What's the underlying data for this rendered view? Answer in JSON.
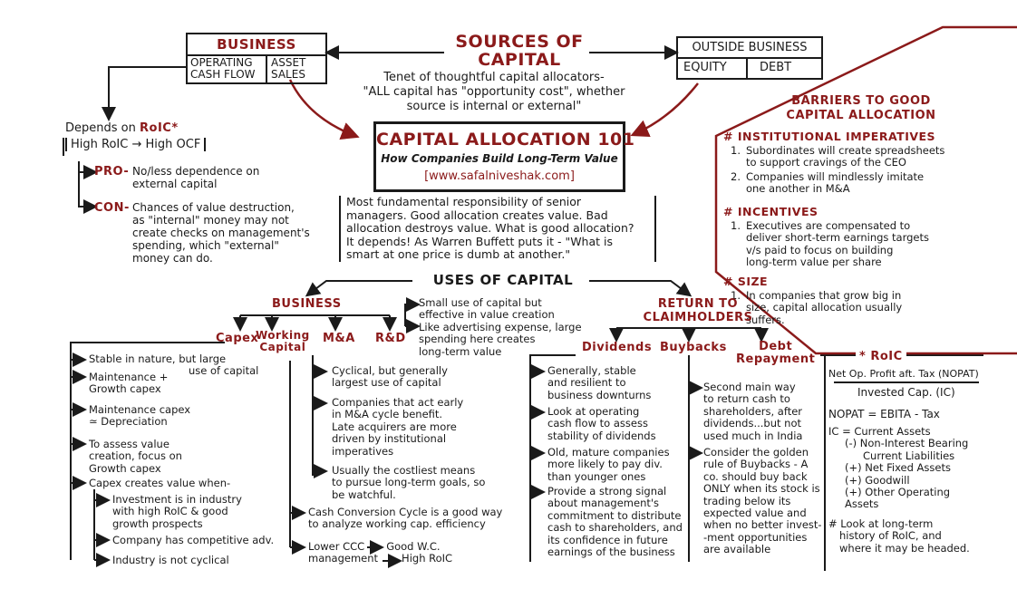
{
  "sources": {
    "title_line1": "SOURCES OF",
    "title_line2": "CAPITAL",
    "tenet": [
      "Tenet of thoughtful capital allocators-",
      "\"ALL capital has \"opportunity cost\", whether",
      "source is internal or external\""
    ]
  },
  "business_box": {
    "title": "BUSINESS",
    "cell1": [
      "OPERATING",
      "CASH FLOW"
    ],
    "cell2": [
      "ASSET",
      "SALES"
    ]
  },
  "outside_box": {
    "title": "OUTSIDE BUSINESS",
    "cell1": "EQUITY",
    "cell2": "DEBT"
  },
  "roic_dep": {
    "depends": "Depends on",
    "roic": "RoIC*",
    "high_roic": "High RoIC",
    "high_ocf": "High OCF",
    "pro_label": "PRO-",
    "pro_text": [
      "No/less dependence on",
      "external capital"
    ],
    "con_label": "CON-",
    "con_text": [
      "Chances of value destruction,",
      "as \"internal\" money may not",
      "create checks on management's",
      "spending, which \"external\"",
      "money can do."
    ]
  },
  "title_box": {
    "title": "CAPITAL ALLOCATION 101",
    "subtitle": "How Companies Build Long-Term Value",
    "url": "[www.safalniveshak.com]"
  },
  "responsibility": [
    "Most fundamental responsibility of senior",
    "managers. Good allocation creates value. Bad",
    "allocation destroys value. What is good allocation?",
    "It depends! As Warren Buffett puts it - \"What is",
    "smart at one price is dumb at another.\""
  ],
  "barriers": {
    "title_line1": "BARRIERS TO GOOD",
    "title_line2": "CAPITAL ALLOCATION",
    "inst_title": "# INSTITUTIONAL IMPERATIVES",
    "inst_items": [
      {
        "num": "1.",
        "lines": [
          "Subordinates will create spreadsheets",
          "to support cravings of the CEO"
        ]
      },
      {
        "num": "2.",
        "lines": [
          "Companies will mindlessly imitate",
          "one another in M&A"
        ]
      }
    ],
    "inc_title": "# INCENTIVES",
    "inc_items": [
      {
        "num": "1.",
        "lines": [
          "Executives are compensated to",
          "deliver short-term earnings targets",
          "v/s paid to focus on building",
          "long-term value per share"
        ]
      }
    ],
    "size_title": "# SIZE",
    "size_items": [
      {
        "num": "1.",
        "lines": [
          "In companies that grow big in",
          "size, capital allocation usually",
          "suffers."
        ]
      }
    ]
  },
  "uses": {
    "title": "USES OF CAPITAL",
    "business": "BUSINESS",
    "return_line1": "RETURN TO",
    "return_line2": "CLAIMHOLDERS"
  },
  "rd_notes": [
    "Small use of capital but",
    "effective in value creation",
    "Like advertising expense, large",
    "spending here creates",
    "long-term value"
  ],
  "capex": {
    "title": "Capex",
    "items": [
      [
        "Stable in nature, but large",
        "use of capital"
      ],
      [
        "Maintenance +",
        "Growth capex"
      ],
      [
        "Maintenance capex",
        "≃ Depreciation"
      ],
      [
        "To assess value",
        "creation, focus on",
        "Growth capex"
      ],
      [
        "Capex creates value when-"
      ]
    ],
    "sub_items": [
      [
        "Investment is in industry",
        "with high RoIC & good",
        "growth prospects"
      ],
      [
        "Company has competitive adv."
      ],
      [
        "Industry is not cyclical"
      ]
    ]
  },
  "working_capital": {
    "title_line1": "Working",
    "title_line2": "Capital",
    "items": [
      [
        "Cash Conversion Cycle is a good way",
        "to analyze working cap. efficiency"
      ],
      [
        "Lower CCC",
        "Good W.C.",
        "management",
        "High RoIC"
      ]
    ]
  },
  "ma": {
    "title": "M&A",
    "items": [
      [
        "Cyclical, but generally",
        "largest use of capital"
      ],
      [
        "Companies that act early",
        "in M&A cycle benefit.",
        "Late acquirers are more",
        "driven by institutional",
        "imperatives"
      ],
      [
        "Usually the costliest means",
        "to pursue long-term goals, so",
        "be watchful."
      ]
    ]
  },
  "rd": {
    "title": "R&D"
  },
  "dividends": {
    "title": "Dividends",
    "items": [
      [
        "Generally, stable",
        "and resilient to",
        "business downturns"
      ],
      [
        "Look at operating",
        "cash flow to assess",
        "stability of dividends"
      ],
      [
        "Old, mature companies",
        "more likely to pay div.",
        "than younger ones"
      ],
      [
        "Provide a strong signal",
        "about management's",
        "commitment to distribute",
        "cash to shareholders, and",
        "its confidence in future",
        "earnings of the business"
      ]
    ]
  },
  "buybacks": {
    "title": "Buybacks",
    "items": [
      [
        "Second main way",
        "to return cash to",
        "shareholders, after",
        "dividends...but not",
        "used much in India"
      ],
      [
        "Consider the golden",
        "rule of Buybacks - A",
        "co. should buy back",
        "ONLY when its stock is",
        "trading below its",
        "expected value and",
        "when no better invest-",
        "-ment opportunities",
        "are available"
      ]
    ]
  },
  "debt": {
    "title_line1": "Debt",
    "title_line2": "Repayment"
  },
  "roic_box": {
    "title": "* RoIC",
    "numerator": "Net Op. Profit aft. Tax (NOPAT)",
    "denominator": "Invested Cap. (IC)",
    "nopat": "NOPAT = EBITA - Tax",
    "ic_lines": [
      "IC = Current Assets",
      "(-) Non-Interest Bearing",
      "Current Liabilities",
      "(+) Net Fixed Assets",
      "(+) Goodwill",
      "(+) Other Operating Assets"
    ],
    "note": [
      "# Look at long-term",
      "history of RoIC, and",
      "where it may be headed."
    ]
  },
  "colors": {
    "ink": "#1a1a1a",
    "accent": "#8b1a1a"
  }
}
